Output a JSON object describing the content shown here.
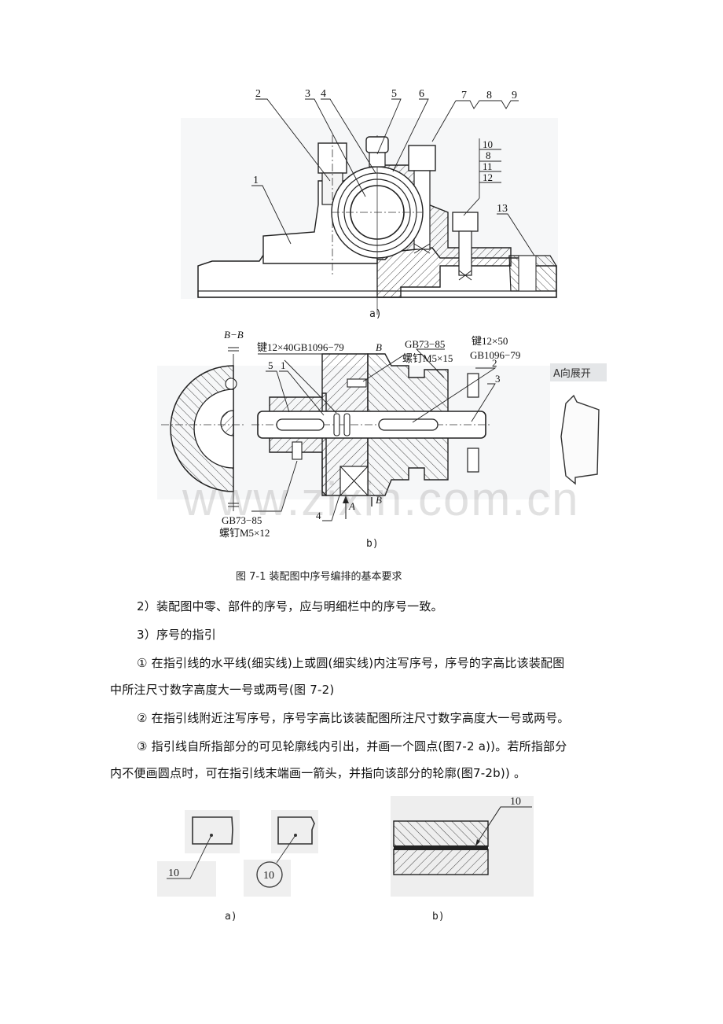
{
  "figure_7_1": {
    "sub_a": {
      "label": "a)",
      "part_numbers_top": [
        "2",
        "3",
        "4",
        "5",
        "6",
        "7",
        "8",
        "9"
      ],
      "part_numbers_left": [
        "1"
      ],
      "part_stack": [
        "10",
        "8",
        "11",
        "12"
      ],
      "part_right": "13"
    },
    "sub_b": {
      "label": "b)",
      "section_label": "B−B",
      "key_left": "键12×40GB1096−79",
      "section_marker_top": "B",
      "screw_top_std": "GB73−85",
      "screw_top_name": "螺钉M5×15",
      "key_right_name": "键12×50",
      "key_right_std": "GB1096−79",
      "part_5": "5",
      "part_1": "1",
      "part_2": "2",
      "part_3": "3",
      "part_4": "4",
      "arrow_a": "A",
      "section_marker_bottom": "B",
      "screw_bottom_std": "GB73−85",
      "screw_bottom_name": "螺钉M5×12",
      "view_a_label": "A向展开"
    },
    "caption": "图 7-1   装配图中序号编排的基本要求",
    "watermark": "www.zixin.com.cn"
  },
  "paragraphs": {
    "p2": "2）装配图中零、部件的序号，应与明细栏中的序号一致。",
    "p3": "3）序号的指引",
    "p3_1a": "①  在指引线的水平线(细实线)上或圆(细实线)内注写序号，序号的字高比该装配图",
    "p3_1b": "中所注尺寸数字高度大一号或两号(图 7-2)",
    "p3_2": "②  在指引线附近注写序号，序号字高比该装配图所注尺寸数字高度大一号或两号。",
    "p3_3a": "③  指引线自所指部分的可见轮廓线内引出，并画一个圆点(图7-2 a))。若所指部分",
    "p3_3b": "内不便画圆点时，可在指引线末端画一箭头，并指向该部分的轮廓(图7-2b)) 。"
  },
  "figure_7_2": {
    "a": {
      "label": "a)",
      "num_line": "10",
      "num_circle": "10"
    },
    "b": {
      "label": "b)",
      "num": "10"
    }
  }
}
